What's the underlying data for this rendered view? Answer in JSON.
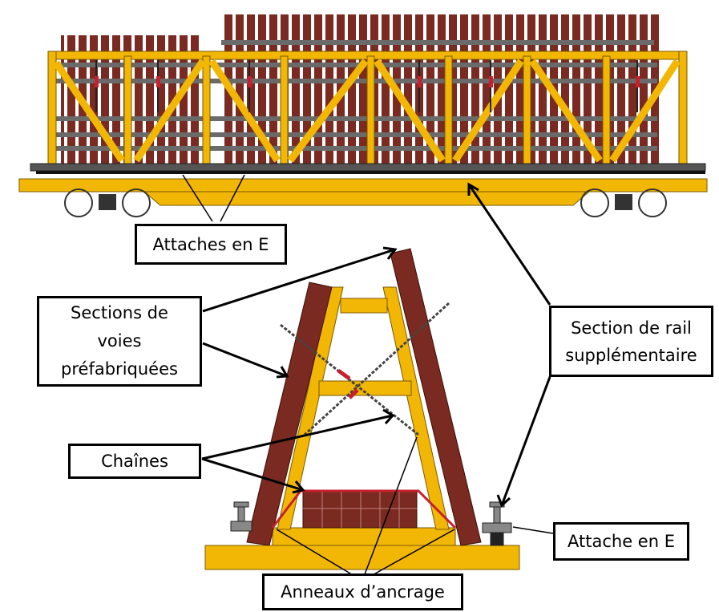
{
  "title": "Chargement de sections de voies préfabriquées sur wagon plat",
  "labels": {
    "attaches_en_e": "Attaches en E",
    "sections_de_voies": [
      "Sections de",
      "voies",
      "préfabriquées"
    ],
    "section_de_rail": [
      "Section de rail",
      "supplémentaire"
    ],
    "chaines": "Chaînes",
    "attache_en_e": "Attache en E",
    "anneaux_ancrage": "Anneaux d’ancrage"
  },
  "colors": {
    "frame_yellow": "#f2b705",
    "rail_panel_brown": "#7a2a20",
    "rail_gray": "#5a5a5a",
    "chain_red": "#c8202e",
    "outline": "#000000"
  },
  "views": [
    "side-view-flatcar",
    "end-view-a-frame"
  ]
}
